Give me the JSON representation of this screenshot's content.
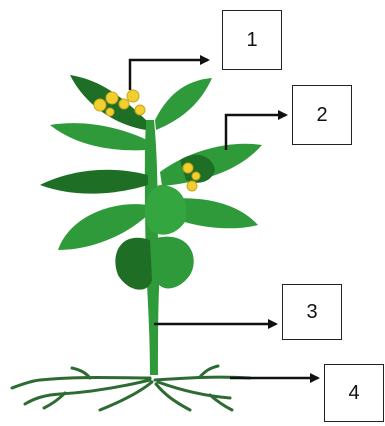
{
  "labels": [
    {
      "number": "1",
      "target": "flower"
    },
    {
      "number": "2",
      "target": "leaf"
    },
    {
      "number": "3",
      "target": "stem"
    },
    {
      "number": "4",
      "target": "root"
    }
  ],
  "colors": {
    "leaf": "#2f9a3a",
    "leaf_dark": "#1f6e26",
    "flower": "#f2cf2e",
    "root": "#2d6b32",
    "arrow": "#111111",
    "box_border": "#222222"
  }
}
